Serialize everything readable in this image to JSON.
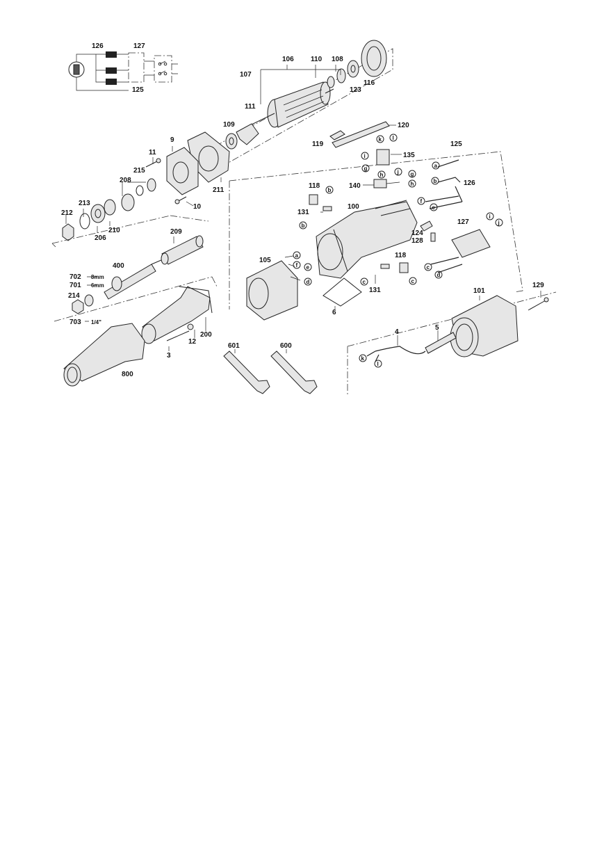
{
  "part_numbers": {
    "p3": "3",
    "p4": "4",
    "p5": "5",
    "p6": "6",
    "p9": "9",
    "p10": "10",
    "p11": "11",
    "p12": "12",
    "p100": "100",
    "p101": "101",
    "p105": "105",
    "p106": "106",
    "p107": "107",
    "p108": "108",
    "p109": "109",
    "p110": "110",
    "p111": "111",
    "p116": "116",
    "p118a": "118",
    "p118b": "118",
    "p119": "119",
    "p120": "120",
    "p123": "123",
    "p124": "124",
    "p125a": "125",
    "p125b": "125",
    "p126a": "126",
    "p126b": "126",
    "p127a": "127",
    "p127b": "127",
    "p128": "128",
    "p129": "129",
    "p131a": "131",
    "p131b": "131",
    "p135": "135",
    "p140": "140",
    "p200": "200",
    "p206": "206",
    "p208": "208",
    "p209": "209",
    "p210": "210",
    "p211": "211",
    "p212": "212",
    "p213": "213",
    "p214": "214",
    "p215": "215",
    "p400": "400",
    "p600": "600",
    "p601": "601",
    "p701": "701",
    "p702": "702",
    "p703": "703",
    "p800": "800"
  },
  "sizes": {
    "s702": "8mm",
    "s701": "6mm",
    "s703": "1/4\""
  },
  "letters": {
    "a1": "a",
    "a2": "a",
    "b1": "b",
    "b2": "b",
    "b3": "b",
    "c1": "c",
    "c2": "c",
    "c3": "c",
    "d1": "d",
    "d2": "d",
    "e1": "e",
    "e2": "e",
    "f1": "f",
    "f2": "f",
    "g1": "g",
    "g2": "g",
    "h1": "h",
    "h2": "h",
    "i1": "i",
    "i2": "i",
    "j1": "j",
    "j2": "j",
    "k1": "k",
    "k2": "k",
    "l1": "l",
    "l2": "l"
  }
}
